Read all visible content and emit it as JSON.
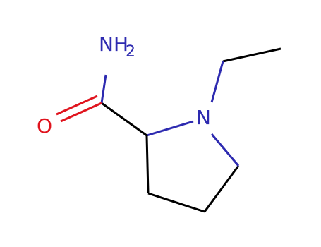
{
  "colors": {
    "carbon": "#000000",
    "nitrogen": "#2d2ab0",
    "oxygen": "#e0141e"
  },
  "molecule": {
    "amide_n": {
      "text": "NH",
      "sub": "2"
    },
    "ring_n": {
      "text": "N"
    },
    "oxygen": {
      "text": "O"
    }
  }
}
